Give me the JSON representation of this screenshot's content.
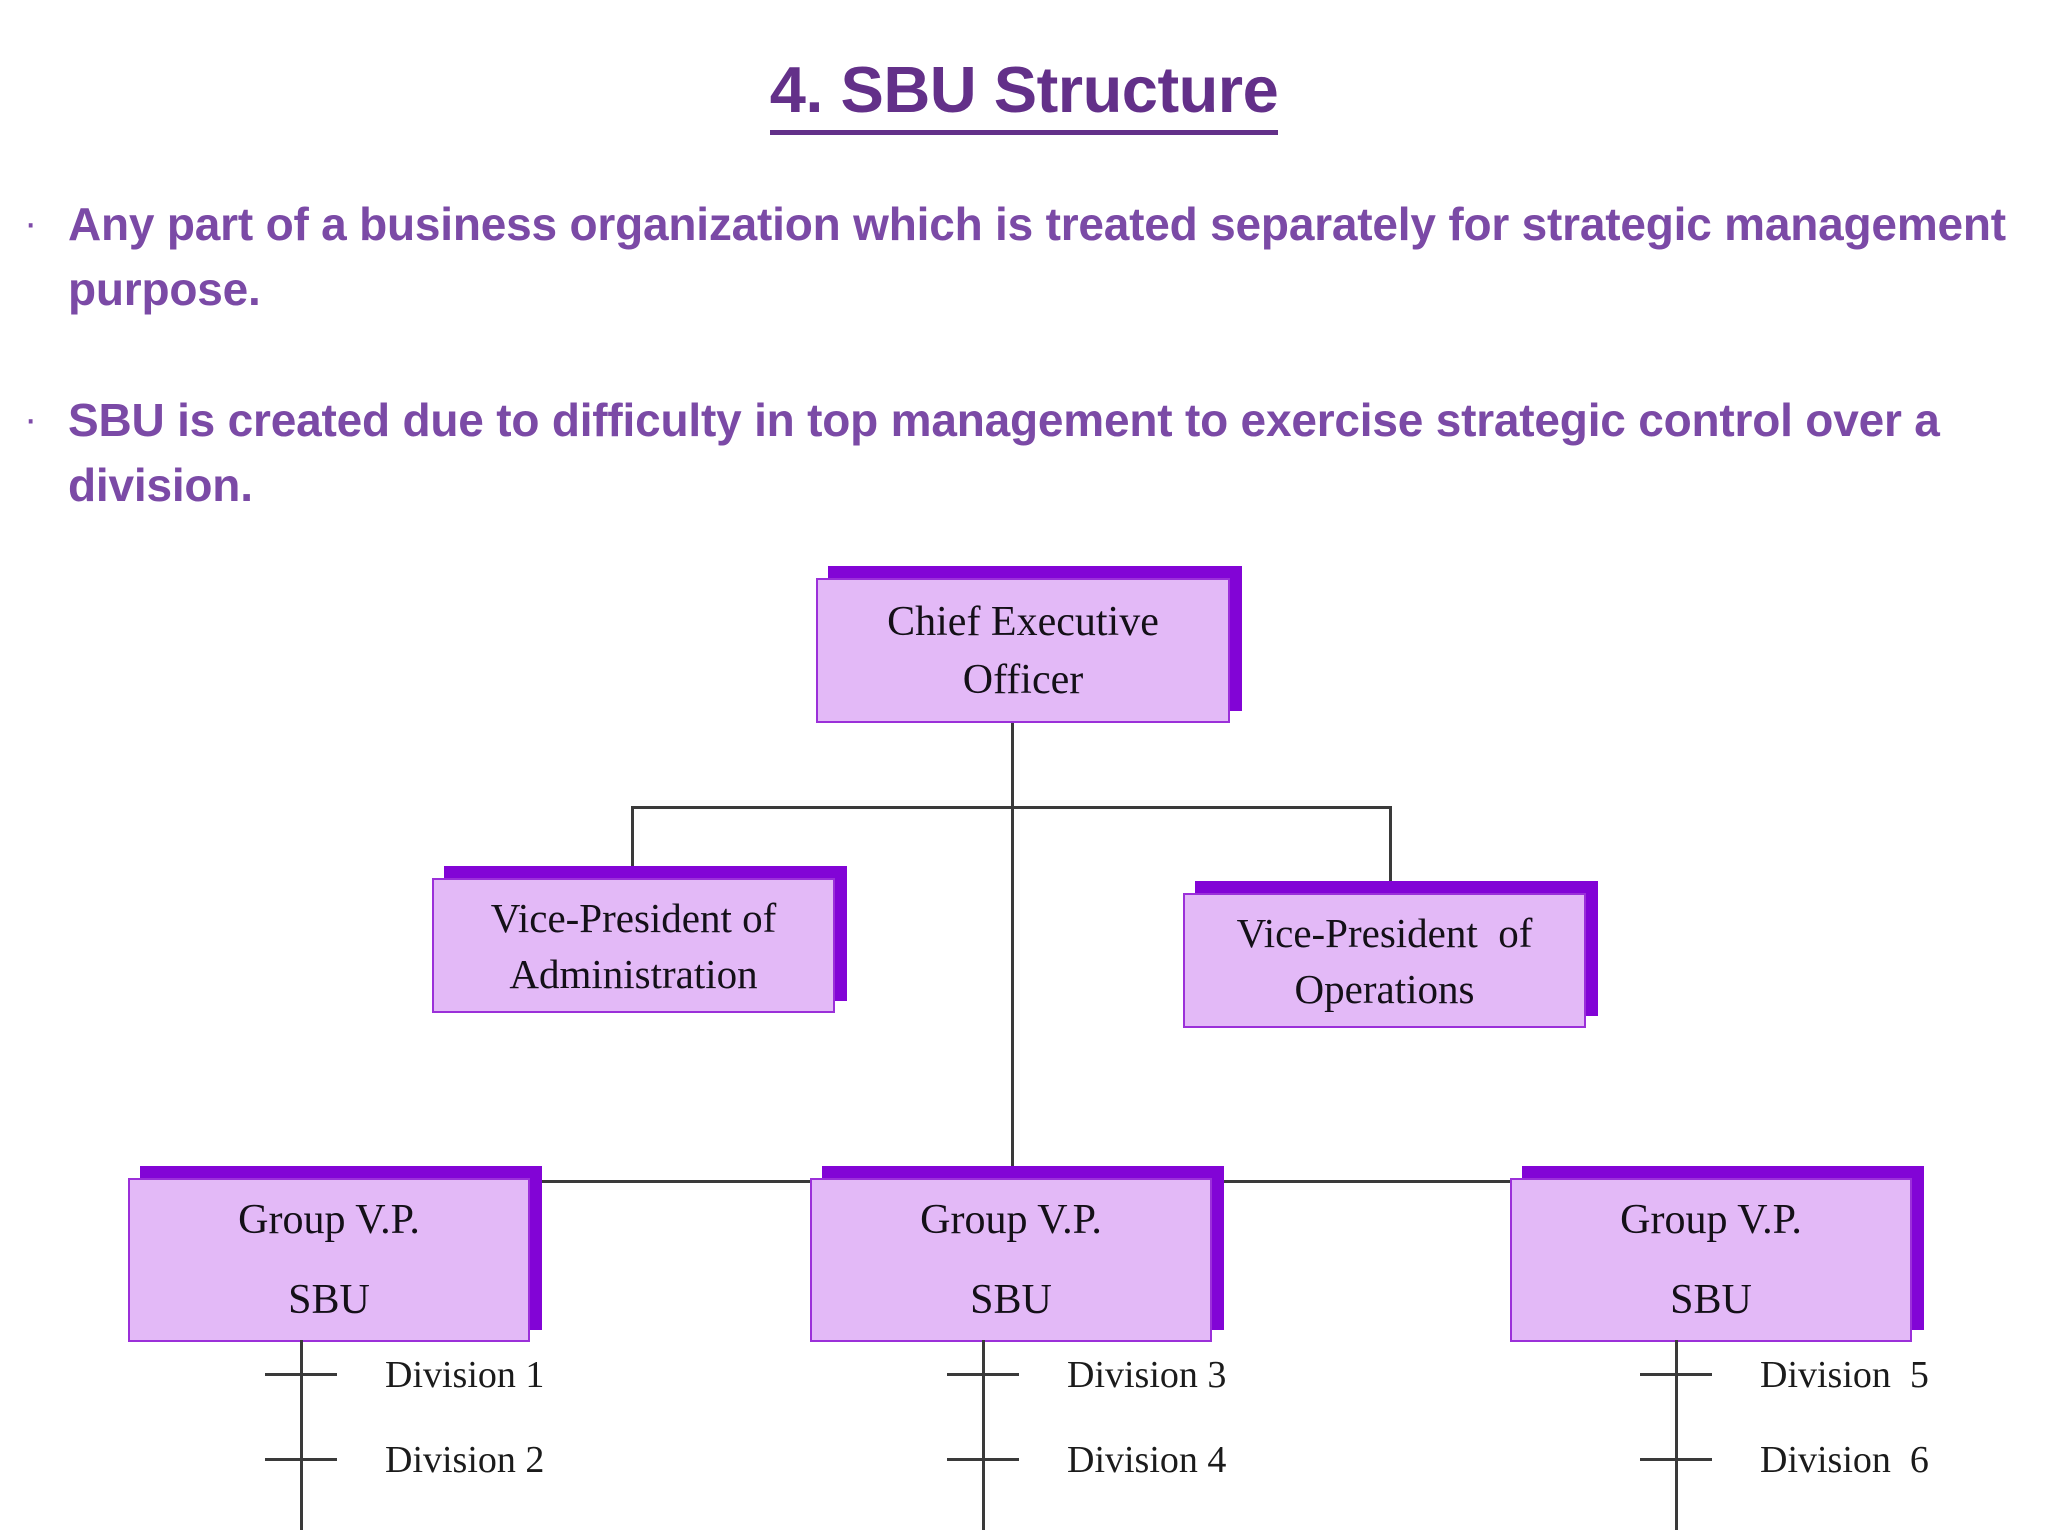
{
  "slide": {
    "title": "4. SBU Structure",
    "bullet_marker": "·",
    "bullets": [
      "Any part of a business organization which is treated separately for strategic management purpose.",
      "SBU is created due to difficulty in top management to exercise strategic control over a division."
    ]
  },
  "colors": {
    "title": "#633089",
    "bullet_text": "#7b4aa6",
    "box_fill": "#e3b9f7",
    "box_border": "#9b30d9",
    "box_shadow": "#8204d6",
    "connector": "#3a3a3a",
    "box_text": "#141018"
  },
  "org_chart": {
    "ceo": {
      "line1": "Chief Executive",
      "line2": "Officer"
    },
    "vps": [
      {
        "line1": "Vice-President of",
        "line2": "Administration"
      },
      {
        "line1": "Vice-President  of",
        "line2": "Operations"
      }
    ],
    "sbus": [
      {
        "line1": "Group V.P.",
        "line2": "SBU",
        "divisions": [
          "Division 1",
          "Division 2"
        ]
      },
      {
        "line1": "Group V.P.",
        "line2": "SBU",
        "divisions": [
          "Division 3",
          "Division 4"
        ]
      },
      {
        "line1": "Group V.P.",
        "line2": "SBU",
        "divisions": [
          "Division  5",
          "Division  6"
        ]
      }
    ]
  }
}
